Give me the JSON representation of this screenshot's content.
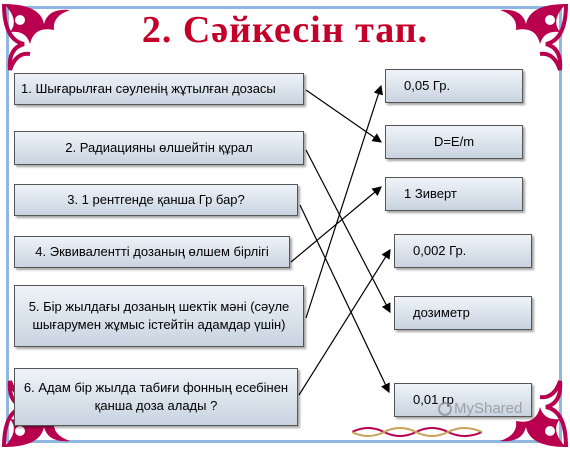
{
  "title": "2. Сәйкесін  тап.",
  "left_items": [
    {
      "label": "1. Шығарылған сәуленің жұтылған дозасы"
    },
    {
      "label": "2. Радиацияны өлшейтін құрал"
    },
    {
      "label": "3. 1 рентгенде қанша Гр бар?"
    },
    {
      "label": "4. Эквиваленттi дозаның өлшем бірлігі"
    },
    {
      "label": "5. Бір жылдағы дозаның шектік мәні (сәуле шығарумен жұмыс істейтін адамдар үшін)"
    },
    {
      "label": "6. Адам бір жылда табиғи фонның есебінен қанша доза алады ?"
    }
  ],
  "right_items": [
    {
      "label": "0,05 Гр."
    },
    {
      "label": "D=E/m"
    },
    {
      "label": "1 Зиверт"
    },
    {
      "label": "0,002 Гр."
    },
    {
      "label": "дозиметр"
    },
    {
      "label": "0,01 гр"
    }
  ],
  "watermark": {
    "text": "MyShared",
    "icon": "myshared-logo-icon"
  },
  "colors": {
    "title": "#c4002a",
    "frame": "#8fb7df",
    "ornament": "#b8004f",
    "box_border": "#555555"
  }
}
